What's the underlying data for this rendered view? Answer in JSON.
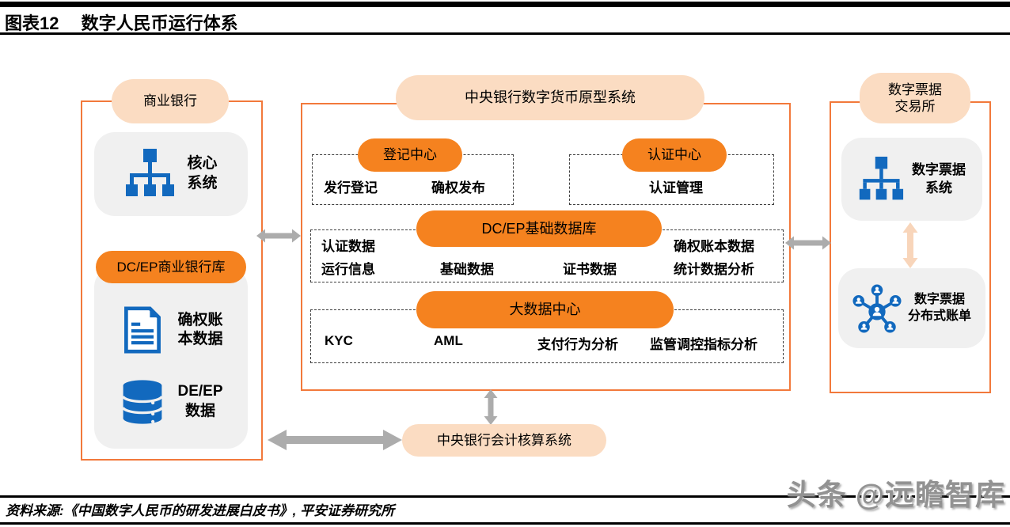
{
  "header": {
    "title": "图表12　 数字人民币运行体系"
  },
  "left_panel": {
    "title": "商业银行",
    "core_system": "核心\n系统",
    "dcep_db_title": "DC/EP商业银行库",
    "ledger_label": "确权账\n本数据",
    "dcep_data_label": "DE/EP\n数据"
  },
  "center_panel": {
    "title": "中央银行数字货币原型系统",
    "registration": {
      "title": "登记中心",
      "items": [
        "发行登记",
        "确权发布"
      ]
    },
    "auth": {
      "title": "认证中心",
      "items": [
        "认证管理"
      ]
    },
    "dcep_db": {
      "title": "DC/EP基础数据库",
      "items": [
        "认证数据",
        "运行信息",
        "基础数据",
        "证书数据",
        "确权账本数据",
        "统计数据分析"
      ]
    },
    "big_data": {
      "title": "大数据中心",
      "items": [
        "KYC",
        "AML",
        "支付行为分析",
        "监管调控指标分析"
      ]
    }
  },
  "right_panel": {
    "title": "数字票据\n交易所",
    "bill_system": "数字票据\n系统",
    "distributed_ledger": "数字票据\n分布式账单"
  },
  "accounting": {
    "label": "中央银行会计核算系统"
  },
  "footer": {
    "source": "资料来源:《中国数字人民币的研发进展白皮书》, 平安证券研究所",
    "watermark": "头条 @远瞻智库"
  },
  "colors": {
    "accent_orange": "#F5821F",
    "panel_border_orange": "#F2793B",
    "peach_fill": "#FBDCC2",
    "card_gray": "#F0F0F0",
    "icon_blue": "#1269BE",
    "arrow_gray": "#ACACAC",
    "peach_arrow": "#F8D5BA"
  }
}
